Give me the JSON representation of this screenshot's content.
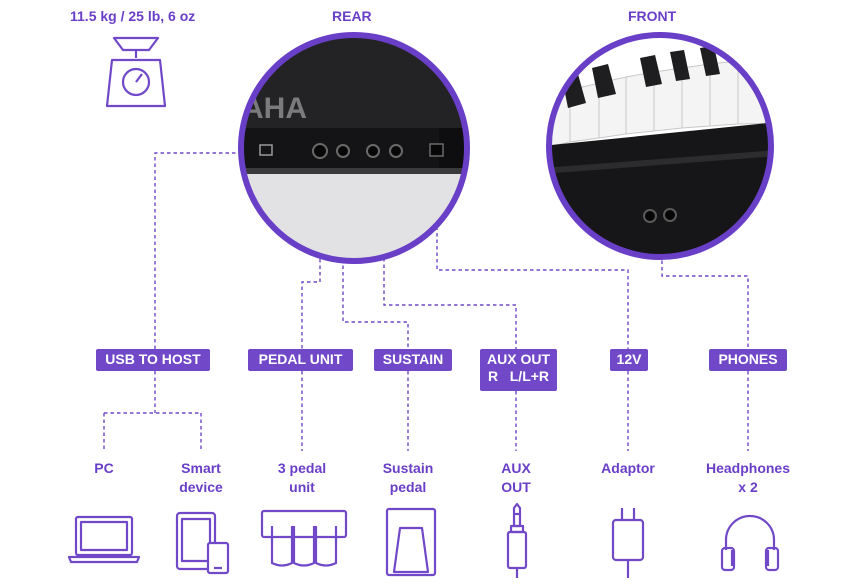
{
  "weight": "11.5 kg / 25 lb, 6 oz",
  "rear_heading": "REAR",
  "front_heading": "FRONT",
  "brand_fragment": "AHA",
  "accent_color": "#7048c8",
  "ports": [
    {
      "id": "usb",
      "lines": [
        "USB TO HOST"
      ]
    },
    {
      "id": "pedal",
      "lines": [
        "PEDAL UNIT"
      ]
    },
    {
      "id": "sustain",
      "lines": [
        "SUSTAIN"
      ]
    },
    {
      "id": "aux",
      "lines": [
        "AUX OUT",
        "R   L/L+R"
      ]
    },
    {
      "id": "dc",
      "lines": [
        "12V"
      ]
    },
    {
      "id": "phones",
      "lines": [
        "PHONES"
      ]
    }
  ],
  "devices": [
    {
      "id": "pc",
      "lines": [
        "PC"
      ],
      "icon": "laptop-icon"
    },
    {
      "id": "smart",
      "lines": [
        "Smart",
        "device"
      ],
      "icon": "tablet-phone-icon"
    },
    {
      "id": "pedal3",
      "lines": [
        "3 pedal",
        "unit"
      ],
      "icon": "three-pedal-icon"
    },
    {
      "id": "sustainpedal",
      "lines": [
        "Sustain",
        "pedal"
      ],
      "icon": "sustain-pedal-icon"
    },
    {
      "id": "auxout",
      "lines": [
        "AUX",
        "OUT"
      ],
      "icon": "audio-jack-icon"
    },
    {
      "id": "adaptor",
      "lines": [
        "Adaptor"
      ],
      "icon": "power-adaptor-icon"
    },
    {
      "id": "headphones",
      "lines": [
        "Headphones",
        "x 2"
      ],
      "icon": "headphones-icon"
    }
  ]
}
